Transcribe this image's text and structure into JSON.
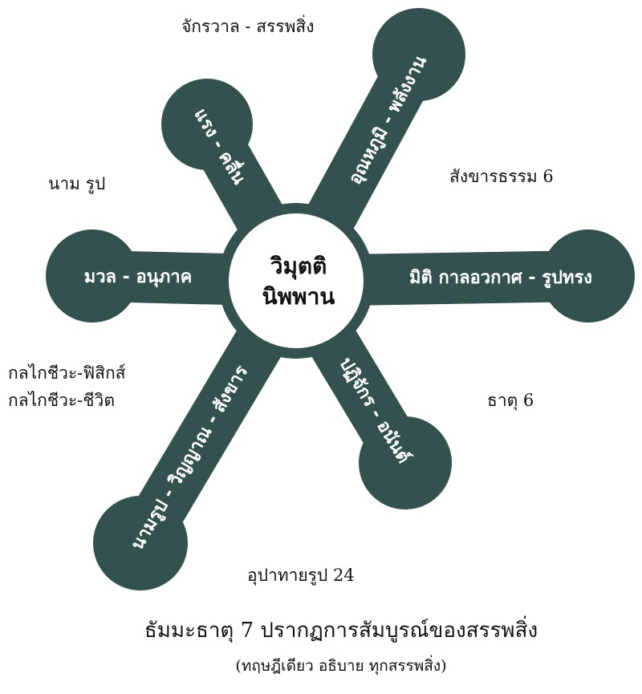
{
  "hub": {
    "line1": "วิมุตติ",
    "line2": "นิพพาน"
  },
  "arms": {
    "top_left": "แรง - คลื่น",
    "top_right": "อุณหภูมิ - พลังงาน",
    "left": "มวล - อนุภาค",
    "right": "มิติ กาลอวกาศ - รูปทรง",
    "bottom_left": "นามรูป - วิญญาณ - สังขาร",
    "bottom_right": "ปฏิจักร - อนันต์"
  },
  "notes": {
    "top": "จักรวาล - สรรพสิ่ง",
    "upper_left": "นาม รูป",
    "upper_right": "สังขารธรรม 6",
    "lower_left_1": "กลไกชีวะ-ฟิสิกส์",
    "lower_left_2": "กลไกชีวะ-ชีวิต",
    "lower_right": "ธาตุ 6",
    "bottom": "อุปาทายรูป 24"
  },
  "footer": {
    "title": "ธัมมะธาตุ 7 ปรากฏการสัมบูรณ์ของสรรพสิ่ง",
    "subtitle": "(ทฤษฎีเดียว อธิบาย ทุกสรรพสิ่ง)"
  },
  "colors": {
    "primary": "#33524f",
    "background": "#ffffff",
    "text": "#111111"
  }
}
